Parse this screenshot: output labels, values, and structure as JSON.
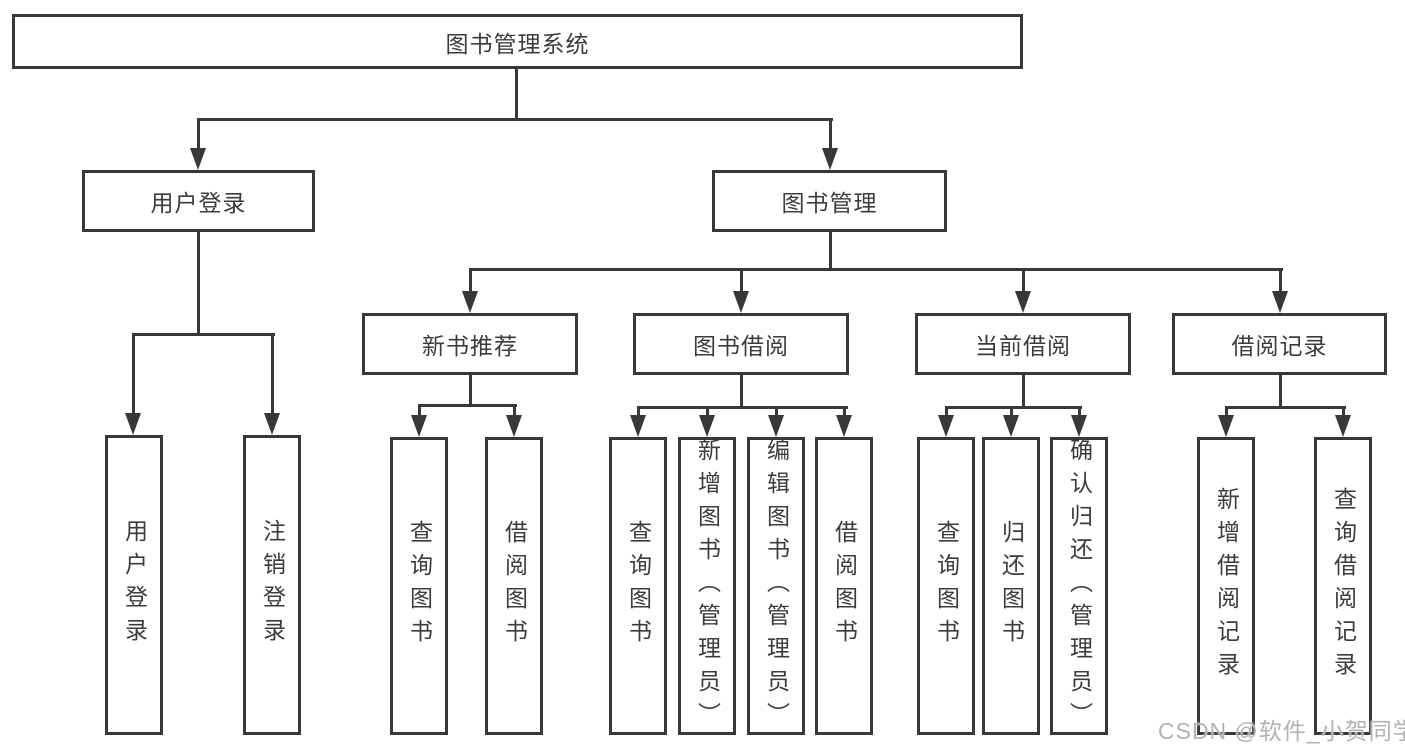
{
  "diagram": {
    "root": {
      "label": "图书管理系统"
    },
    "level2": {
      "user_login": {
        "label": "用户登录"
      },
      "book_mgmt": {
        "label": "图书管理"
      }
    },
    "level3": {
      "new_books": {
        "label": "新书推荐"
      },
      "book_borrow": {
        "label": "图书借阅"
      },
      "current_borrow": {
        "label": "当前借阅"
      },
      "borrow_records": {
        "label": "借阅记录"
      }
    },
    "leaves": {
      "user_login": [
        {
          "label": "用户登录"
        },
        {
          "label": "注销登录"
        }
      ],
      "new_books": [
        {
          "label": "查询图书"
        },
        {
          "label": "借阅图书"
        }
      ],
      "book_borrow": [
        {
          "label": "查询图书"
        },
        {
          "label": "新增图书（管理员）"
        },
        {
          "label": "编辑图书（管理员）"
        },
        {
          "label": "借阅图书"
        }
      ],
      "current_borrow": [
        {
          "label": "查询图书"
        },
        {
          "label": "归还图书"
        },
        {
          "label": "确认归还（管理员）"
        }
      ],
      "borrow_records": [
        {
          "label": "新增借阅记录"
        },
        {
          "label": "查询借阅记录"
        }
      ]
    }
  },
  "watermark": {
    "text": "CSDN @软件_小贺同学"
  },
  "colors": {
    "line": "#383838",
    "text": "#3c3c3c",
    "watermark": "#b0b3b7",
    "background": "#ffffff"
  }
}
